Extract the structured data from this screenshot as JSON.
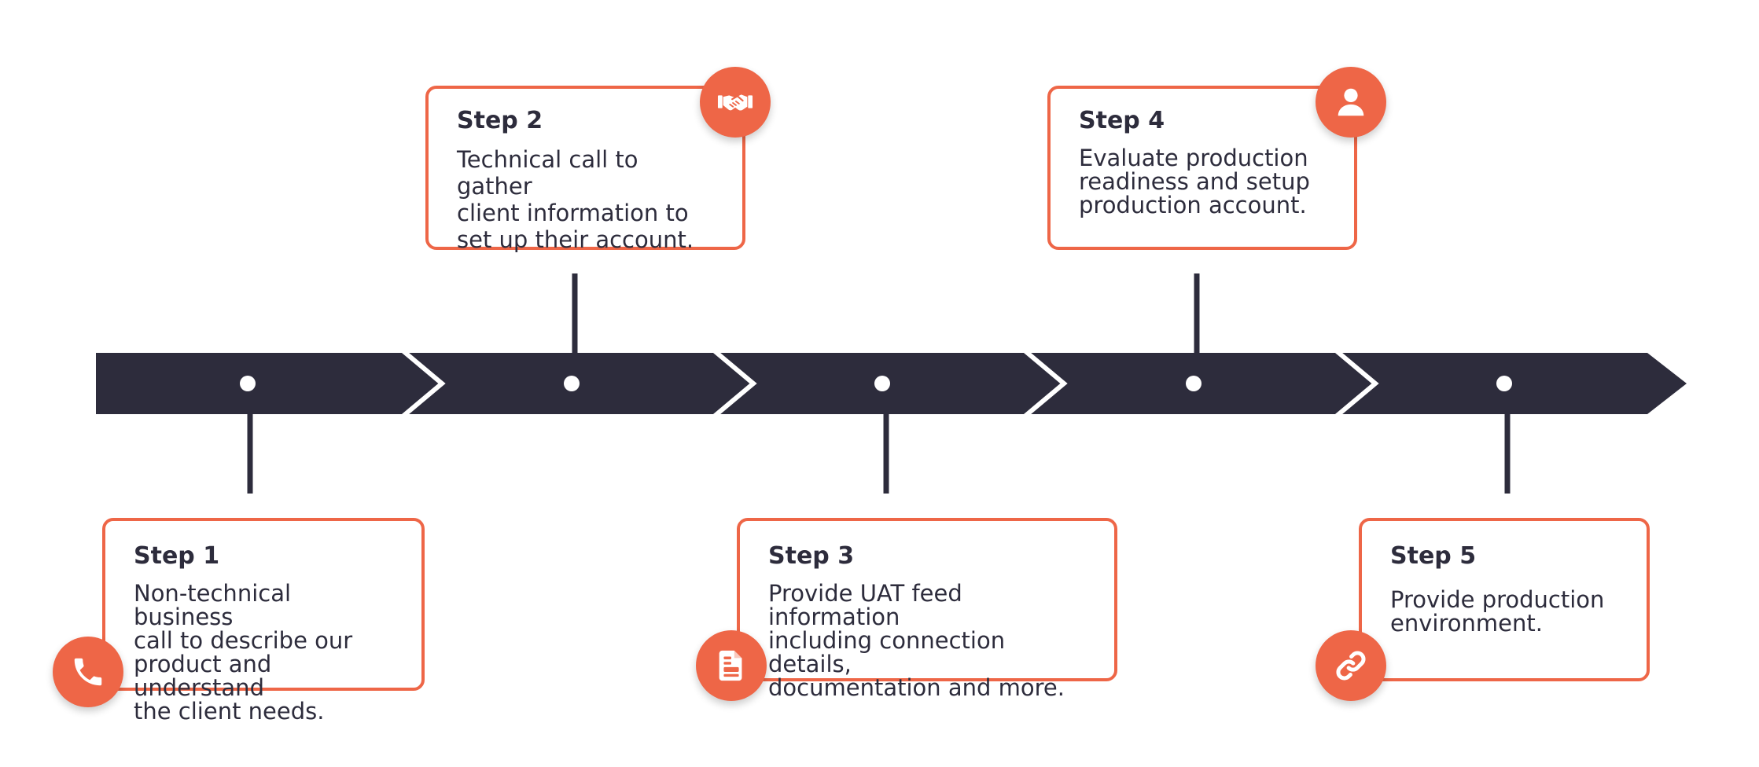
{
  "colors": {
    "accent": "#ee6647",
    "dark": "#2d2c3c",
    "background": "#ffffff"
  },
  "steps": [
    {
      "title": "Step 1",
      "lines": [
        "Non-technical business",
        "call to describe our",
        "product and understand",
        "the client needs."
      ],
      "icon": "phone-icon"
    },
    {
      "title": "Step 2",
      "lines": [
        "Technical call to gather",
        "client information to",
        "set up their account."
      ],
      "icon": "handshake-icon"
    },
    {
      "title": "Step 3",
      "lines": [
        "Provide UAT feed information",
        "including connection details,",
        "documentation and more."
      ],
      "icon": "document-icon"
    },
    {
      "title": "Step 4",
      "lines": [
        "Evaluate production",
        "readiness and setup",
        "production account."
      ],
      "icon": "user-icon"
    },
    {
      "title": "Step 5",
      "lines": [
        "Provide production",
        "environment."
      ],
      "icon": "link-icon"
    }
  ]
}
